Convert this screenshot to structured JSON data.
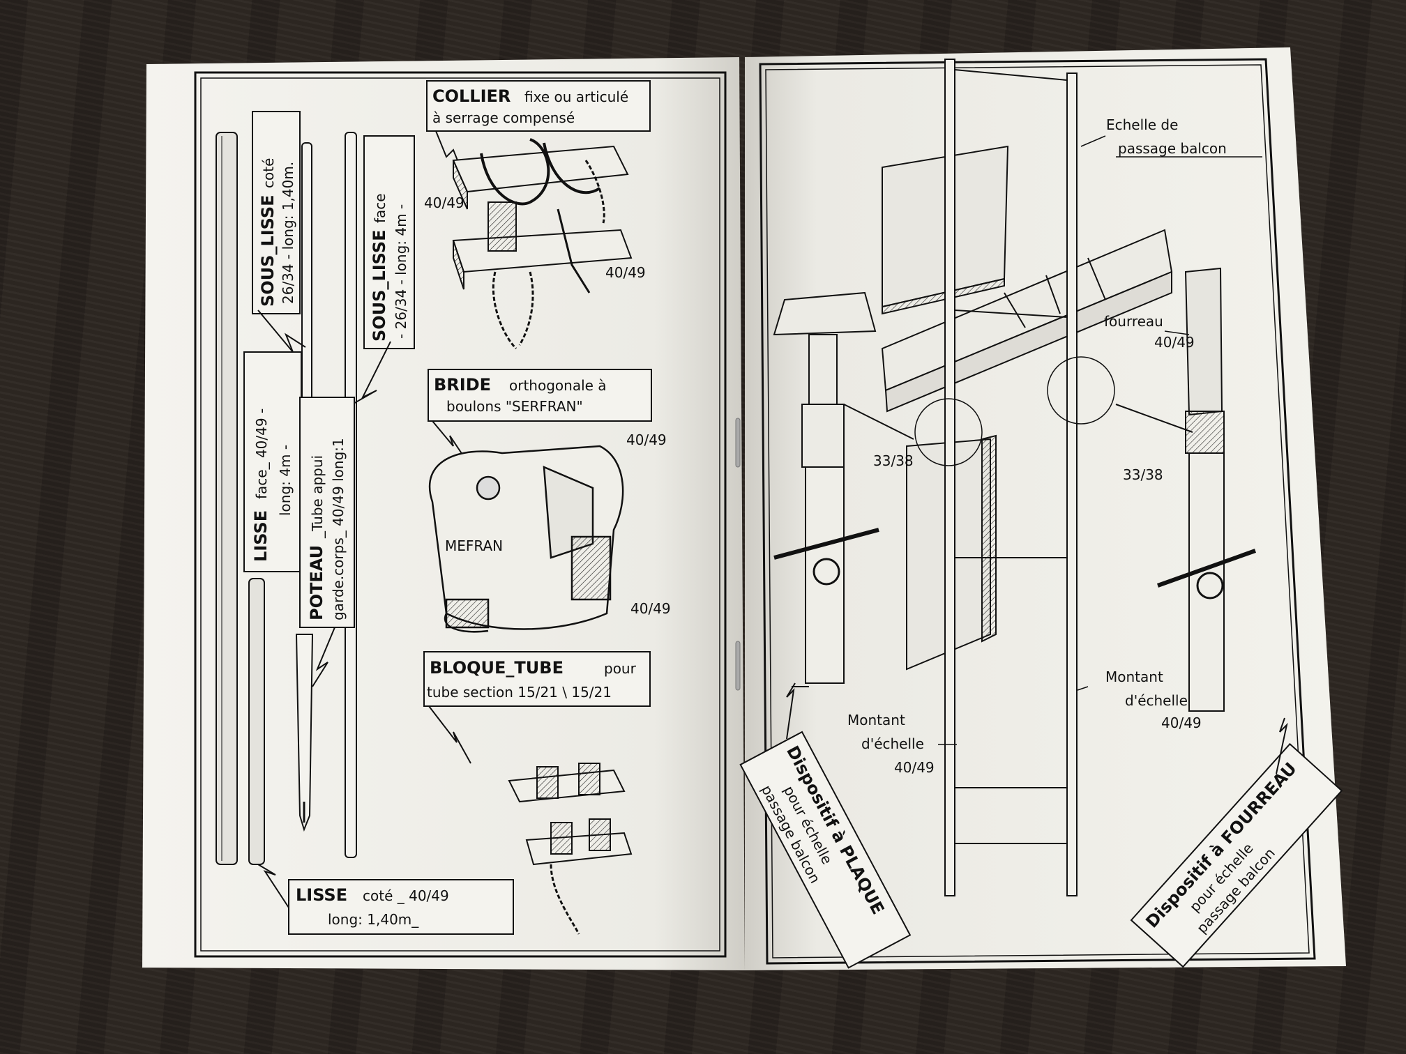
{
  "left_page": {
    "collier": {
      "title": "COLLIER",
      "line1": "fixe ou articulé",
      "line2": "à serrage compensé",
      "dim_a": "40/49",
      "dim_b": "40/49"
    },
    "sous_lisse_cote": {
      "title": "SOUS_LISSE",
      "suffix": "coté",
      "line2": "26/34 - long: 1,40m."
    },
    "sous_lisse_face": {
      "title": "SOUS_LISSE",
      "suffix": "face",
      "line2": "- 26/34 - long: 4m -"
    },
    "lisse_face": {
      "title": "LISSE",
      "line1": "face_ 40/49 -",
      "line2": "long: 4m -"
    },
    "poteau": {
      "title": "POTEAU",
      "line1": "_Tube appui",
      "line2": "garde.corps_ 40/49 long:1"
    },
    "bride": {
      "title": "BRIDE",
      "line1": "orthogonale à",
      "line2": "boulons \"SERFRAN\"",
      "dim_a": "40/49",
      "dim_b": "40/49",
      "stamp": "MEFRAN"
    },
    "bloque_tube": {
      "title": "BLOQUE_TUBE",
      "line1": "pour",
      "line2": "tube section 15/21 \\ 15/21"
    },
    "lisse_cote": {
      "title": "LISSE",
      "line1": "coté _ 40/49",
      "line2": "long: 1,40m_"
    }
  },
  "right_page": {
    "echelle": {
      "line1": "Echelle de",
      "line2": "passage balcon"
    },
    "fourreau": {
      "label": "fourreau",
      "dim": "40/49"
    },
    "dim_left": "33/38",
    "dim_right": "33/38",
    "montant_left": {
      "line1": "Montant",
      "line2": "d'échelle",
      "dim": "40/49"
    },
    "montant_right": {
      "line1": "Montant",
      "line2": "d'échelle",
      "dim": "40/49"
    },
    "plaque": {
      "line1": "Dispositif à PLAQUE",
      "line2": "pour échelle",
      "line3": "passage balcon"
    },
    "fourreau_box": {
      "line1": "Dispositif à FOURREAU",
      "line2": "pour échelle",
      "line3": "passage balcon"
    }
  }
}
